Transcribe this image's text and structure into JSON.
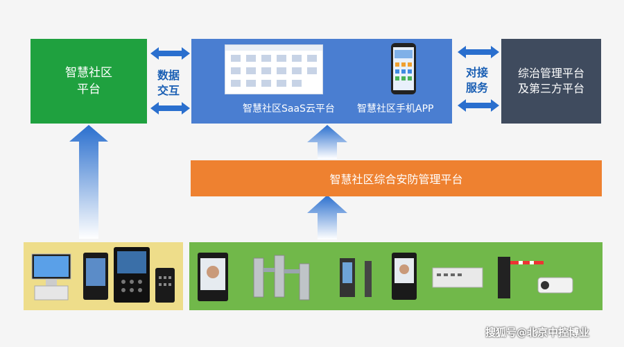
{
  "boxes": {
    "community_platform": [
      "智慧社区",
      "平台"
    ],
    "data_exchange": [
      "数据",
      "交互"
    ],
    "docking_service": [
      "对接",
      "服务"
    ],
    "third_party": [
      "综治管理平台",
      "及第三方平台"
    ],
    "saas_label": "智慧社区SaaS云平台",
    "app_label": "智慧社区手机APP",
    "security_platform": "智慧社区综合安防管理平台"
  },
  "watermark": "搜狐号@北京中控博业",
  "colors": {
    "green": "#1fa13f",
    "blue": "#4a7ed1",
    "dark": "#3f4b5e",
    "orange": "#ee8130",
    "arrow_blue": "#2a6fce",
    "panel_yellow": "#eedd8a",
    "panel_green": "#71b84a"
  }
}
